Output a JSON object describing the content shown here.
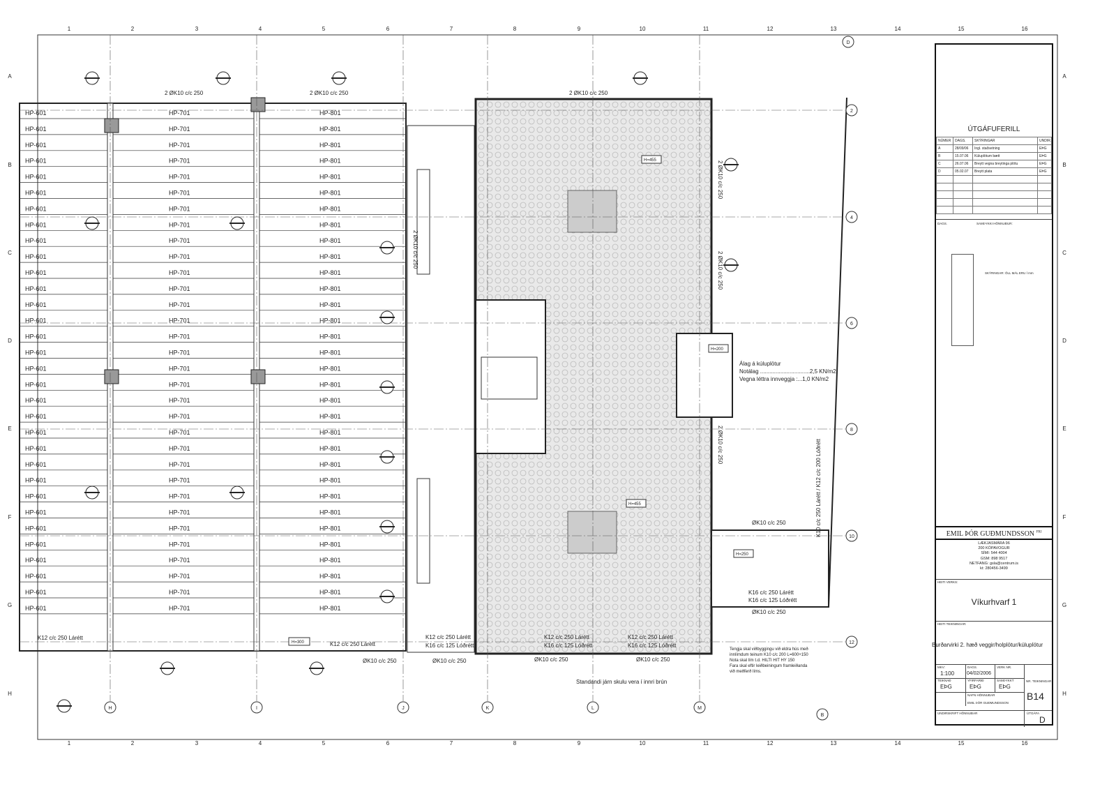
{
  "grid": {
    "columns": [
      "1",
      "2",
      "3",
      "4",
      "5",
      "6",
      "7",
      "8",
      "9",
      "10",
      "11",
      "12",
      "13",
      "14",
      "15",
      "16"
    ],
    "rows": [
      "A",
      "B",
      "C",
      "D",
      "E",
      "F",
      "G",
      "H"
    ],
    "axis_bottom": [
      "H",
      "I",
      "J",
      "K",
      "L",
      "M"
    ],
    "axis_right": [
      "2",
      "4",
      "6",
      "8",
      "10",
      "12"
    ],
    "axis_top_right": "D",
    "axis_bottom_right": "B"
  },
  "slabs": {
    "col1": "HP-601",
    "col2": "HP-701",
    "col3": "HP-801",
    "count": 32
  },
  "annotations": {
    "top_rebar": "2 ØK10 c/c 250",
    "edge_rebar": "ØK10 c/c 250",
    "vertical_rebar": "2 ØK10 c/c 250",
    "bottom_left": "K12 c/c 250 Lárétt",
    "bottom_left2": "K16 c/c 125 Lóðrétt",
    "h300": "H=300",
    "h200": "H=200",
    "h250": "H=250",
    "h455": "H=455",
    "standing_note": "Standandi járn skulu vera í innri brún",
    "right_rebar1": "K16 c/c 250 Lárétt",
    "right_rebar2": "K16 c/c 125 Lóðrétt",
    "vertical_right": "K10 c/c 250 Lárétt / K12 c/c 200 Lóðrétt"
  },
  "load_note": {
    "title": "Álag á kúluplötur",
    "line1": "Notálag ................................2,5 KN/m2",
    "line2": "Vegna léttra innveggja :...1,0 KN/m2"
  },
  "connection_note": [
    "Tengja skal viðbyggingu við eldra hús með",
    "innlímdum teinum K10 c/c 200 L=600+150",
    "Nota skal lím t.d. HILTI HIT HY 150",
    "Fara skal eftir leiðbeiningum framleiðanda",
    "við meðferð líms."
  ],
  "title_block": {
    "revision_title": "ÚTGÁFUFERILL",
    "revision_headers": [
      "NÚMER",
      "DAGS.",
      "SKÝRINGAR",
      "UNDIR."
    ],
    "revisions": [
      {
        "num": "A",
        "date": "28/09/06",
        "desc": "Ingl. staðsetning",
        "by": "EÞG"
      },
      {
        "num": "B",
        "date": "15.07.06",
        "desc": "Kúluplötum bætt",
        "by": "EÞG"
      },
      {
        "num": "C",
        "date": "26.07.06",
        "desc": "Breytt vegna breytinga plötu",
        "by": "EÞG"
      },
      {
        "num": "D",
        "date": "05.02.07",
        "desc": "Breytt plata",
        "by": "EÞG"
      }
    ],
    "approval_label": "DAGS.",
    "approval_text": "SAMÞYKKI HÖNNUÐUR:",
    "company": "EMIL ÞÓR GUÐMUNDSSON",
    "company_suffix": "FRI",
    "address": [
      "LÆKJASMÁRA 96",
      "200 KÓPAVOGUR",
      "SÍMI: 544 4004",
      "GSM: 898 9517",
      "NETFANG: gsla@centrum.is",
      "kt: 280456-3499"
    ],
    "project_label": "HEITI VERKS:",
    "project": "Víkurhvarf 1",
    "drawing_label": "HEITI TEIKNINGAR:",
    "drawing": "Burðarvirki 2. hæð veggir/holplötur/kúluplötur",
    "scale_label": "MKV:",
    "scale": "1:100",
    "date_label": "DAGS.",
    "date": "04/02/2006",
    "job_label": "VERK NR.",
    "drawn_label": "TEIKNAÐ",
    "drawn": "EÞG",
    "checked_label": "YFIRFARIÐ",
    "checked": "EÞG",
    "approved_label": "SAMÞYKKT",
    "approved": "EÞG",
    "sheet_label": "NR. TEIKNINGAR",
    "sheet": "B14",
    "designer_label": "NAFN HÖNNUÐAR",
    "designer": "EMIL ÞÓR GUÐMUNDSSON",
    "sign_label": "UNDIRSKRIFT HÖNNUÐAR",
    "release_label": "ÚTGÁFA",
    "release": "D",
    "legend_title": "SKÝRINGAR: ÖLL MÁL ERU Í mm"
  }
}
